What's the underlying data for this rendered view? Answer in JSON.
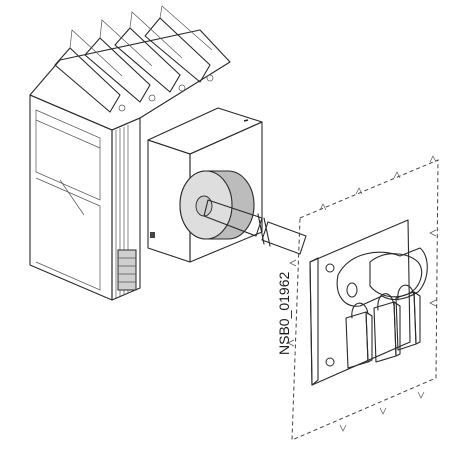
{
  "drawing": {
    "reference_code": "NSB0_01962"
  },
  "colors": {
    "background": "#ffffff",
    "ink": "#2a2a2a",
    "breaker_face": "#f2f2f2",
    "breaker_side": "#d9d9d9",
    "box_front": "#bdbdbd",
    "box_top": "#eeeeee",
    "box_side": "#9e9e9e",
    "knob": "#d4d4d4",
    "shaft": "#c8c8c8",
    "plate": "#ffffff",
    "handle": "#d0d0d0",
    "handle_dark": "#bcbcbc"
  },
  "icons": [
    "circuit-breaker",
    "rotary-operator-box",
    "extension-shaft",
    "door-panel",
    "padlockable-handle",
    "padlock"
  ]
}
